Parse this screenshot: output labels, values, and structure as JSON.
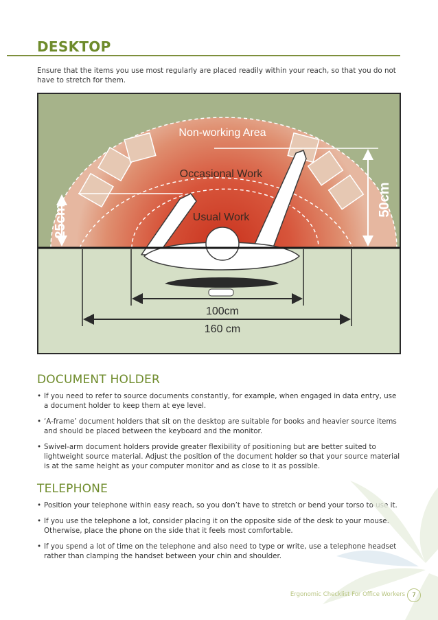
{
  "page": {
    "title": "DESKTOP",
    "intro": "Ensure that the items you use most regularly are placed readily within your reach, so that you do not have to stretch for them."
  },
  "figure": {
    "zones": {
      "outer": "Non-working Area",
      "middle": "Occasional Work",
      "inner": "Usual Work"
    },
    "measurements": {
      "left_depth": "25cm",
      "right_depth": "50cm",
      "inner_width": "100cm",
      "outer_width": "160 cm"
    },
    "colors": {
      "background": "#a6b38a",
      "desk": "#d5dfc6",
      "zone_outer": "#e3b39c",
      "zone_inner": "#c9321d"
    }
  },
  "document_holder": {
    "title": "DOCUMENT HOLDER",
    "bullets": [
      "If you need to refer to source documents constantly, for example, when engaged in data entry, use a document holder to keep them at eye level.",
      "‘A-frame’ document holders that sit on the desktop are suitable for books and heavier source items and should be placed between the keyboard and the monitor.",
      "Swivel-arm document holders provide greater flexibility of positioning but are better suited to lightweight source material. Adjust the position of the document holder so that your source material is at the same height as your computer monitor and as close to it as possible."
    ]
  },
  "telephone": {
    "title": "TELEPHONE",
    "bullets": [
      "Position your telephone within easy reach, so you don’t have to stretch or bend your torso to use it.",
      "If you use the telephone a lot, consider placing it on the opposite side of the desk to your mouse. Otherwise, place the phone on the side that it feels most comfortable.",
      "If you spend a lot of time on the telephone and also need to type or write, use a telephone headset rather than clamping the handset between your chin and shoulder."
    ]
  },
  "footer": {
    "text": "Ergonomic Checklist For Office Workers",
    "page_number": "7"
  }
}
